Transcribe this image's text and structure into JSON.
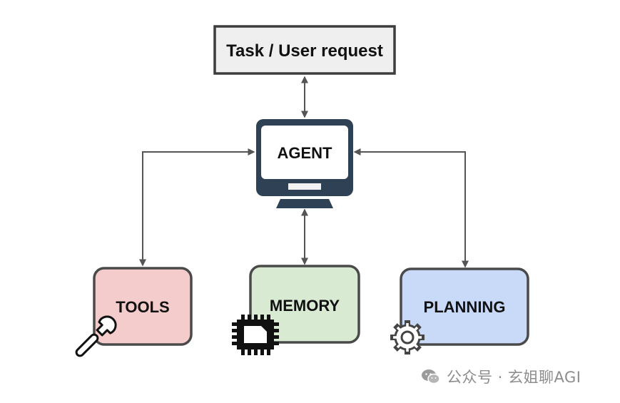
{
  "diagram": {
    "task_box": {
      "label": "Task / User request",
      "fill": "#efefef",
      "stroke": "#3d3d3d"
    },
    "agent": {
      "label": "AGENT",
      "monitor_color": "#2f4155",
      "screen_fill": "#ffffff"
    },
    "tools": {
      "label": "TOOLS",
      "fill": "#f4cccc",
      "stroke": "#4a4a4a",
      "icon": "wrench-icon"
    },
    "memory": {
      "label": "MEMORY",
      "fill": "#d9ead3",
      "stroke": "#4a4a4a",
      "icon": "chip-icon"
    },
    "planning": {
      "label": "PLANNING",
      "fill": "#c9daf8",
      "stroke": "#4a4a4a",
      "icon": "gear-icon"
    },
    "connector_color": "#555555"
  },
  "watermark": {
    "text": "公众号 · 玄姐聊AGI",
    "icon": "wechat-icon",
    "color": "#8d8d8d"
  }
}
